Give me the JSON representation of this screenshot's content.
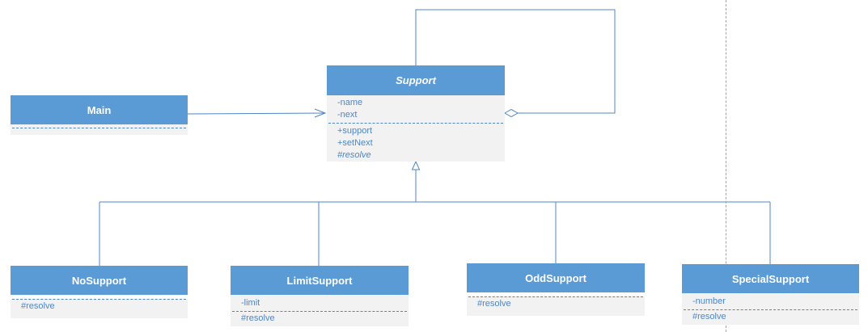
{
  "diagram": {
    "classes": {
      "main": {
        "name": "Main",
        "attributes": [],
        "methods": []
      },
      "support": {
        "name": "Support",
        "abstract": true,
        "attributes": [
          "-name",
          "-next"
        ],
        "methods": [
          {
            "label": "+support",
            "italic": false
          },
          {
            "label": "+setNext",
            "italic": false
          },
          {
            "label": "#resolve",
            "italic": true
          }
        ]
      },
      "nosupport": {
        "name": "NoSupport",
        "attributes": [],
        "methods": [
          "#resolve"
        ]
      },
      "limitsupport": {
        "name": "LimitSupport",
        "attributes": [
          "-limit"
        ],
        "methods": [
          "#resolve"
        ]
      },
      "oddsupport": {
        "name": "OddSupport",
        "attributes": [],
        "methods": [
          "#resolve"
        ]
      },
      "specialsupport": {
        "name": "SpecialSupport",
        "attributes": [
          "-number"
        ],
        "methods": [
          "#resolve"
        ]
      }
    },
    "relations": [
      {
        "type": "association",
        "from": "main",
        "to": "support"
      },
      {
        "type": "aggregation",
        "from": "support",
        "to": "support"
      },
      {
        "type": "generalization",
        "from": "nosupport",
        "to": "support"
      },
      {
        "type": "generalization",
        "from": "limitsupport",
        "to": "support"
      },
      {
        "type": "generalization",
        "from": "oddsupport",
        "to": "support"
      },
      {
        "type": "generalization",
        "from": "specialsupport",
        "to": "support"
      }
    ],
    "colors": {
      "header_fill": "#5b9bd5",
      "header_text": "#ffffff",
      "body_fill": "#f2f2f2",
      "member_text": "#4f86c6",
      "line": "#4f86c6",
      "separator_dashed": "#a6a6a6"
    }
  }
}
